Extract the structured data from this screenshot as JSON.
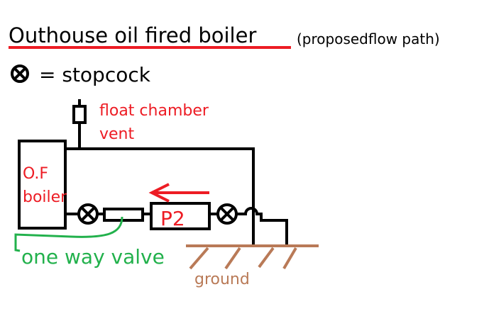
{
  "title": "Outhouse oil fired boiler",
  "subtitle": "(proposedflow path)",
  "legend": {
    "icon": "stopcock-icon",
    "text": "= stopcock"
  },
  "labels": {
    "vent_line1": "float chamber",
    "vent_line2": "vent",
    "boiler_line1": "O.F",
    "boiler_line2": "boiler",
    "pump": "P2",
    "valve": "one way valve",
    "ground": "ground"
  },
  "colors": {
    "red": "#ed1c24",
    "green": "#22b14c",
    "brown": "#b97a57",
    "black": "#000000"
  }
}
